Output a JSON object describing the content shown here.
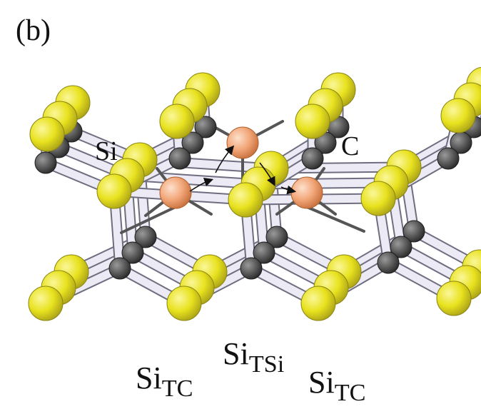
{
  "panel_label": "(b)",
  "atom_labels": {
    "si": "Si",
    "c": "C"
  },
  "site_labels": {
    "tc_left": {
      "base": "Si",
      "sub": "TC"
    },
    "tsi": {
      "base": "Si",
      "sub": "TSi"
    },
    "tc_right": {
      "base": "Si",
      "sub": "TC"
    }
  },
  "colors": {
    "si_atom": "#e6e020",
    "c_atom": "#5a5a5a",
    "interstitial": "#f0a070",
    "bond": "#eceaf4",
    "bond_outline": "#6e6e80",
    "defect_bond": "#555555"
  }
}
